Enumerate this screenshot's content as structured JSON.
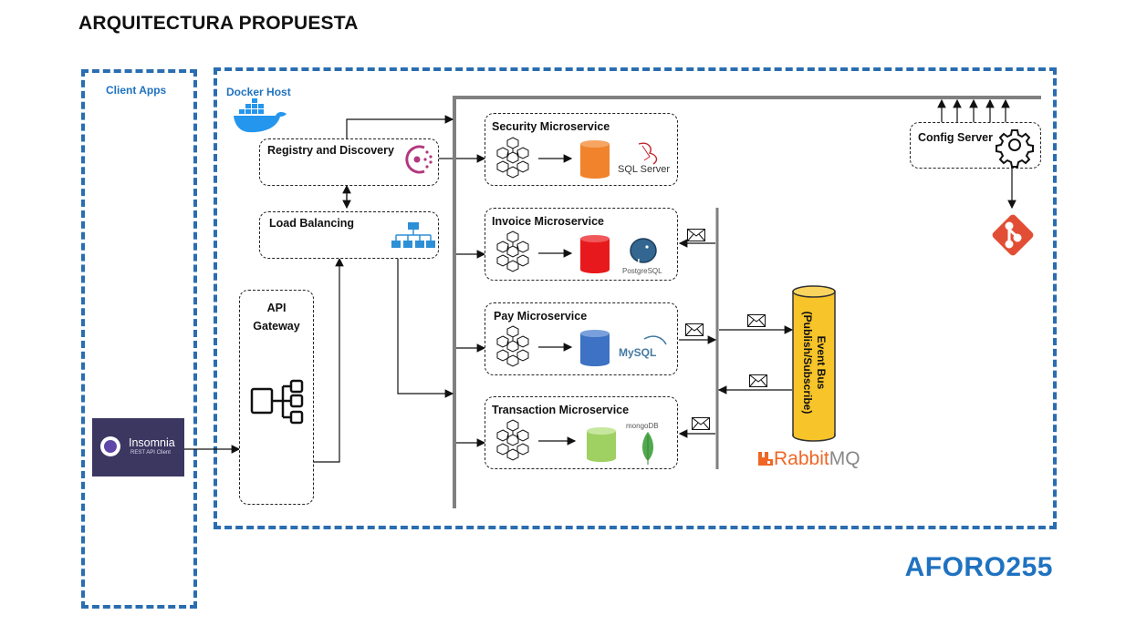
{
  "title": "ARQUITECTURA PROPUESTA",
  "zones": {
    "client_apps": "Client Apps",
    "docker_host": "Docker Host"
  },
  "components": {
    "registry": "Registry and Discovery",
    "load_balancing": "Load Balancing",
    "api_gateway_line1": "API",
    "api_gateway_line2": "Gateway",
    "config_server": "Config Server",
    "event_bus_line1": "Event Bus",
    "event_bus_line2": "(Publish/Subscribe)"
  },
  "microservices": [
    {
      "label": "Security Microservice",
      "db_logo": "SQL Server",
      "db_color": "#f0832c"
    },
    {
      "label": "Invoice Microservice",
      "db_logo": "PostgreSQL",
      "db_color": "#e8191c"
    },
    {
      "label": "Pay Microservice",
      "db_logo": "MySQL",
      "db_color": "#3d72c4"
    },
    {
      "label": "Transaction Microservice",
      "db_logo": "mongoDB",
      "db_color": "#9fd062"
    }
  ],
  "insomnia": {
    "name": "Insomnia",
    "sub": "REST API Client"
  },
  "rabbitmq": {
    "brand": "Rabbit",
    "suffix": "MQ"
  },
  "brand": "AFORO255",
  "colors": {
    "accent_blue": "#1f72c0",
    "event_bus": "#f7c42a",
    "git": "#e24e35",
    "rabbit": "#f06625"
  }
}
